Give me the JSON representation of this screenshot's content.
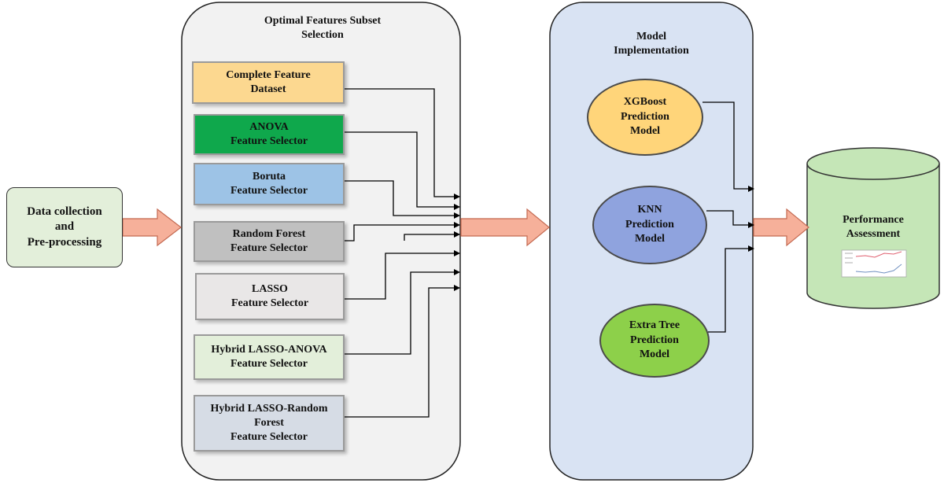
{
  "input_box": {
    "line1": "Data collection",
    "line2": "and",
    "line3": "Pre-processing"
  },
  "selection_panel": {
    "title_line1": "Optimal Features Subset",
    "title_line2": "Selection"
  },
  "feature_sets": [
    {
      "line1": "Complete Feature",
      "line2": "Dataset",
      "fill": "#fcd890"
    },
    {
      "line1": "ANOVA",
      "line2": "Feature Selector",
      "fill": "#0fa84c"
    },
    {
      "line1": "Boruta",
      "line2": "Feature Selector",
      "fill": "#9dc3e6"
    },
    {
      "line1": "Random Forest",
      "line2": "Feature Selector",
      "fill": "#c0c0c0"
    },
    {
      "line1": "LASSO",
      "line2": "Feature Selector",
      "fill": "#e9e7e7"
    },
    {
      "line1": "Hybrid LASSO-ANOVA",
      "line2": "Feature Selector",
      "fill": "#e3efda"
    },
    {
      "line1": "Hybrid LASSO-Random",
      "line2": "Forest",
      "line3": "Feature Selector",
      "fill": "#d6dce5"
    }
  ],
  "model_panel": {
    "title_line1": "Model",
    "title_line2": "Implementation"
  },
  "models": [
    {
      "line1": "XGBoost",
      "line2": "Prediction",
      "line3": "Model",
      "fill": "#ffd57a"
    },
    {
      "line1": "KNN",
      "line2": "Prediction",
      "line3": "Model",
      "fill": "#8fa3de"
    },
    {
      "line1": "Extra Tree",
      "line2": "Prediction",
      "line3": "Model",
      "fill": "#8dd04a"
    }
  ],
  "output": {
    "line1": "Performance",
    "line2": "Assessment",
    "fill": "#c5e6b7"
  },
  "colors": {
    "arrow_fill": "#f6b09a",
    "arrow_stroke": "#c46a52",
    "panel_grey": "#f2f2f2",
    "panel_blue": "#d9e3f3"
  }
}
